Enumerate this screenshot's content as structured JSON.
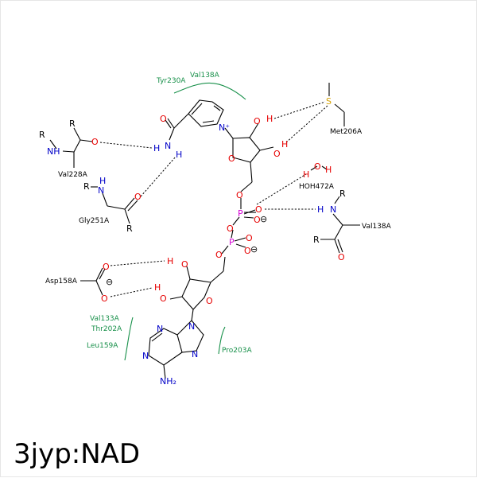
{
  "title": "3jyp:NAD",
  "residues": {
    "tyr230": "Tyr230A",
    "val138_top": "Val138A",
    "met206": "Met206A",
    "val228": "Val228A",
    "gly251": "Gly251A",
    "hoh472": "HOH472A",
    "val138_right": "Val138A",
    "asp158": "Asp158A",
    "val133": "Val133A",
    "thr202": "Thr202A",
    "leu159": "Leu159A",
    "pro203": "Pro203A"
  },
  "atoms": {
    "R": "R",
    "NH": "NH",
    "N": "N",
    "H": "H",
    "O": "O",
    "S": "S",
    "P": "P",
    "N_plus": "N⁺",
    "OH": "OH",
    "HO": "HO",
    "H_O_H": "HOH",
    "NH2": "NH₂",
    "minus": "⊖"
  },
  "colors": {
    "oxygen": "#e60000",
    "nitrogen": "#0000c8",
    "sulfur": "#d4a000",
    "phosphorus": "#d400d4",
    "residue_green": "#18904a",
    "bond": "#000000"
  }
}
